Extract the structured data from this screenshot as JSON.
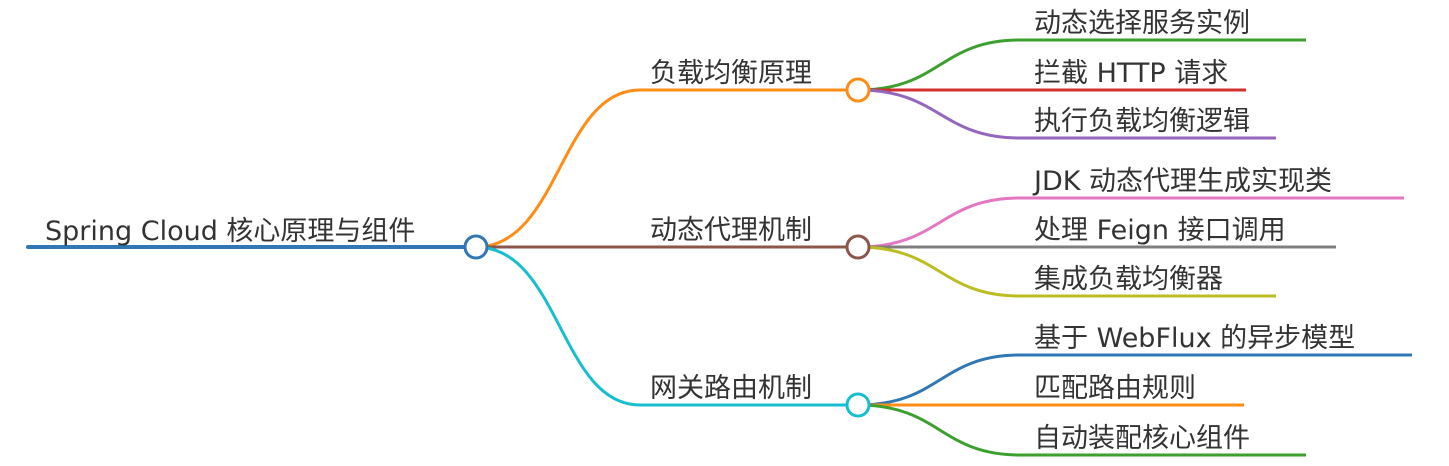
{
  "root": {
    "label": "Spring Cloud 核心原理与组件",
    "color": "#2f78b4"
  },
  "branches": [
    {
      "label": "负载均衡原理",
      "color": "#ff8c14",
      "children": [
        {
          "label": "动态选择服务实例",
          "color": "#3ca02e"
        },
        {
          "label": "拦截 HTTP 请求",
          "color": "#d32f2f"
        },
        {
          "label": "执行负载均衡逻辑",
          "color": "#9467bd"
        }
      ]
    },
    {
      "label": "动态代理机制",
      "color": "#8c564b",
      "children": [
        {
          "label": "JDK 动态代理生成实现类",
          "color": "#e377c2"
        },
        {
          "label": "处理 Feign 接口调用",
          "color": "#7f7f7f"
        },
        {
          "label": "集成负载均衡器",
          "color": "#bcbd22"
        }
      ]
    },
    {
      "label": "网关路由机制",
      "color": "#17becf",
      "children": [
        {
          "label": "基于 WebFlux 的异步模型",
          "color": "#2f78b4"
        },
        {
          "label": "匹配路由规则",
          "color": "#ff8c14"
        },
        {
          "label": "自动装配核心组件",
          "color": "#3ca02e"
        }
      ]
    }
  ]
}
